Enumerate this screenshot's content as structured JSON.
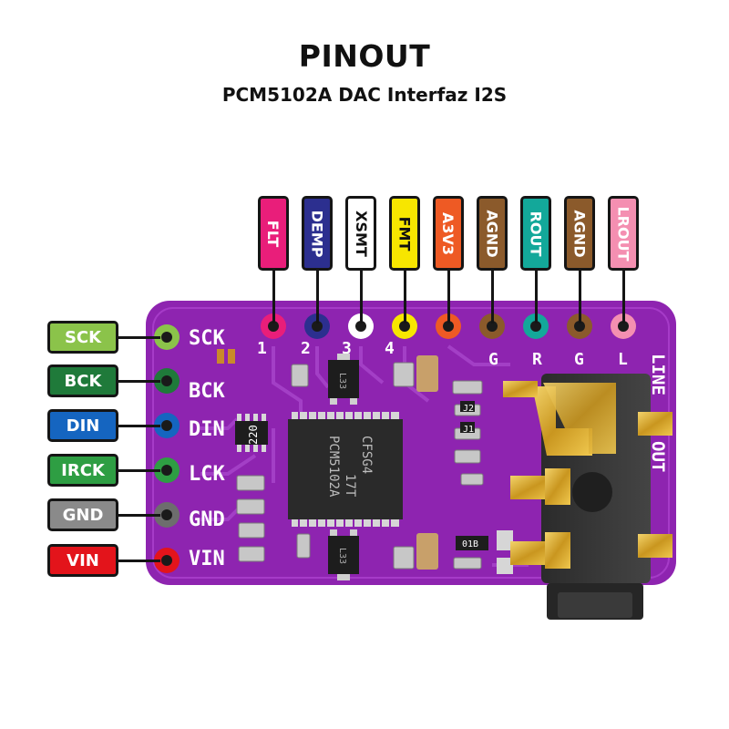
{
  "header": {
    "title": "PINOUT",
    "subtitle": "PCM5102A DAC Interfaz I2S"
  },
  "top_pins": [
    {
      "label": "FLT",
      "bg": "#e91e7a",
      "fg": "#ffffff",
      "ring": "#e91e7a"
    },
    {
      "label": "DEMP",
      "bg": "#2c2f8f",
      "fg": "#ffffff",
      "ring": "#2c2f8f"
    },
    {
      "label": "XSMT",
      "bg": "#ffffff",
      "fg": "#111111",
      "ring": "#ffffff"
    },
    {
      "label": "FMT",
      "bg": "#f7e600",
      "fg": "#111111",
      "ring": "#f7e600"
    },
    {
      "label": "A3V3",
      "bg": "#ee5a24",
      "fg": "#ffffff",
      "ring": "#ee5a24"
    },
    {
      "label": "AGND",
      "bg": "#8b5a2b",
      "fg": "#ffffff",
      "ring": "#8b5a2b"
    },
    {
      "label": "ROUT",
      "bg": "#13a89a",
      "fg": "#ffffff",
      "ring": "#13a89a"
    },
    {
      "label": "AGND",
      "bg": "#8b5a2b",
      "fg": "#ffffff",
      "ring": "#8b5a2b"
    },
    {
      "label": "LROUT",
      "bg": "#f48fb1",
      "fg": "#ffffff",
      "ring": "#f48fb1"
    }
  ],
  "left_pins": [
    {
      "label": "SCK",
      "bg": "#8bc34a",
      "fg": "#ffffff",
      "ring": "#8bc34a"
    },
    {
      "label": "BCK",
      "bg": "#1f7a3a",
      "fg": "#ffffff",
      "ring": "#1f7a3a"
    },
    {
      "label": "DIN",
      "bg": "#1565c0",
      "fg": "#ffffff",
      "ring": "#1565c0"
    },
    {
      "label": "IRCK",
      "bg": "#2e9e43",
      "fg": "#ffffff",
      "ring": "#2e9e43"
    },
    {
      "label": "GND",
      "bg": "#8a8a8a",
      "fg": "#ffffff",
      "ring": "#6d6d6d"
    },
    {
      "label": "VIN",
      "bg": "#e3141b",
      "fg": "#ffffff",
      "ring": "#e3141b"
    }
  ],
  "silkscreen": {
    "left": [
      "SCK",
      "BCK",
      "DIN",
      "LCK",
      "GND",
      "VIN"
    ],
    "top_numbers": [
      "1",
      "2",
      "3",
      "4"
    ],
    "top_letters": [
      "G",
      "R",
      "G",
      "L"
    ],
    "line_out": [
      "LINE",
      "OUT"
    ],
    "chip_lines": [
      "PCM5102A",
      "17T",
      "CFSG4"
    ],
    "resistor": "220",
    "reg_top": "L33",
    "reg_bottom": "L33",
    "small_parts": [
      "J2",
      "J1",
      "01B"
    ]
  },
  "board": {
    "pcb": "#8e24b0",
    "pcb_dark": "#6a1b9a",
    "gold": "#d4a52a",
    "chip": "#2a2a2a"
  }
}
